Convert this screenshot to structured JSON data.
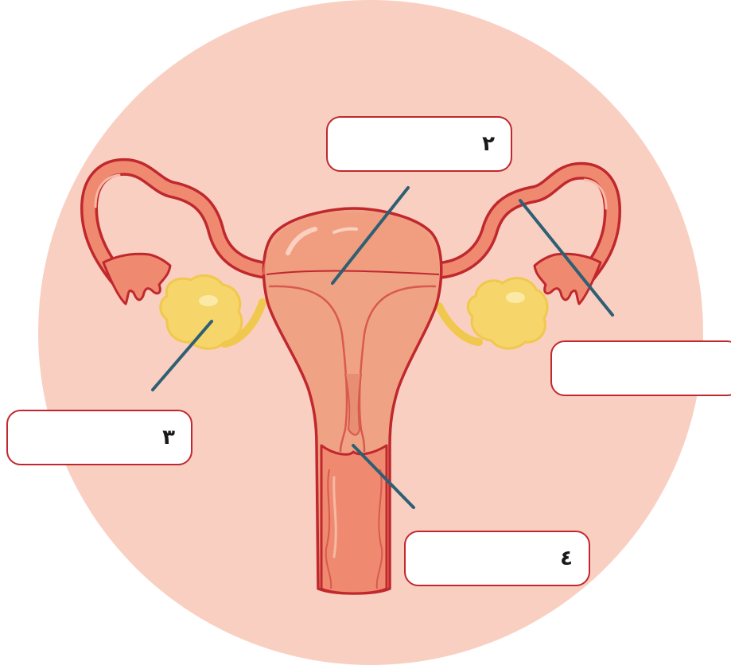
{
  "labels": [
    {
      "id": "label-box-1",
      "number": ""
    },
    {
      "id": "label-box-2",
      "number": "٢"
    },
    {
      "id": "label-box-3",
      "number": "٣"
    },
    {
      "id": "label-box-4",
      "number": "٤"
    }
  ],
  "colors": {
    "background_circle": "#f9cfc2",
    "tissue": "#ef9a7c",
    "outline": "#c0282d",
    "ovary": "#f6d56a",
    "pointer_line": "#2f5f73",
    "box_border": "#c0282d"
  }
}
